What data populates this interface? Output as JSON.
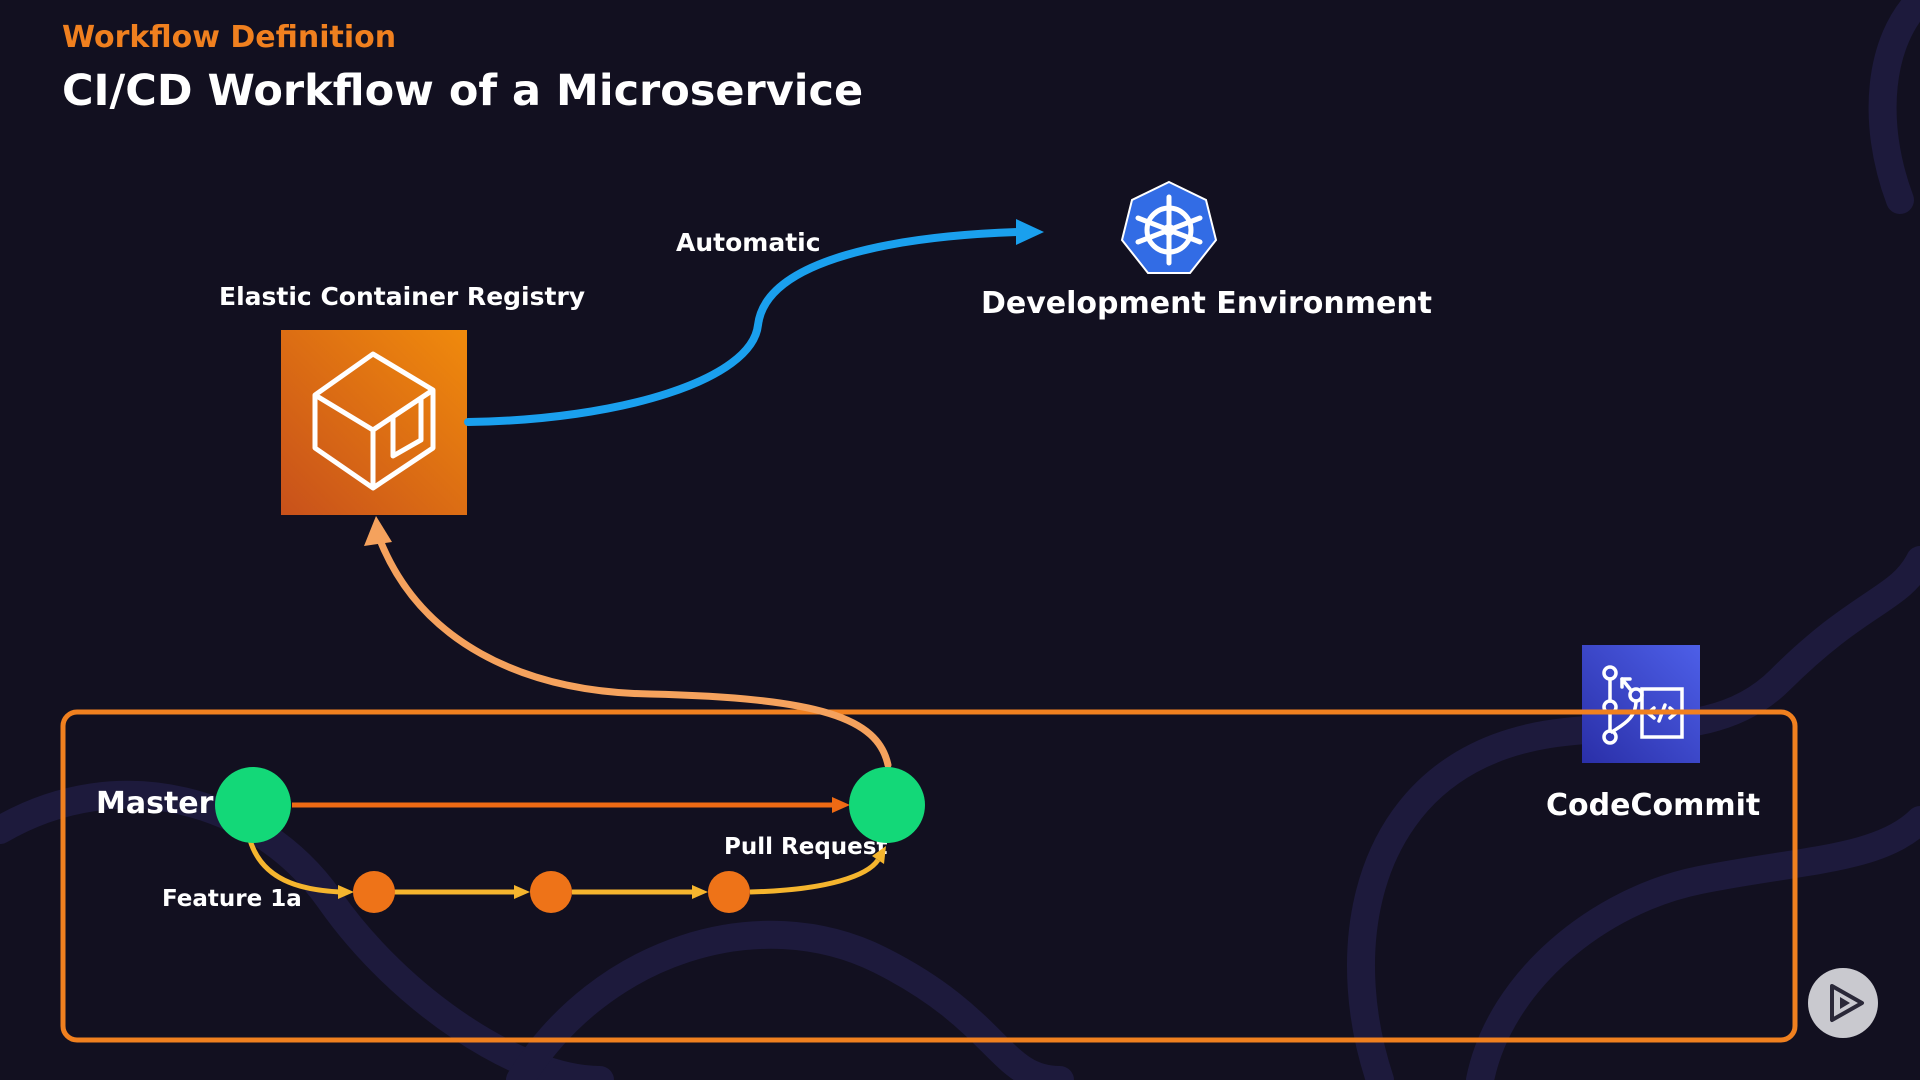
{
  "header": {
    "kicker": "Workflow Definition",
    "title": "CI/CD Workflow of a Microservice"
  },
  "nodes": {
    "ecr": {
      "label": "Elastic Container Registry",
      "icon": "ecr-container-icon"
    },
    "dev_env": {
      "label": "Development Environment",
      "icon": "kubernetes-helm-icon"
    },
    "codecommit": {
      "label": "CodeCommit",
      "icon": "codecommit-icon"
    }
  },
  "edges": {
    "automatic": "Automatic",
    "pull_request": "Pull Request"
  },
  "branches": {
    "master": "Master",
    "feature": "Feature 1a"
  },
  "controls": {
    "play_icon": "play-icon"
  },
  "colors": {
    "accent": "#f0801f",
    "background": "#121020",
    "ecr_orange": "#d9660e",
    "kube_blue": "#326ce5",
    "codecommit_blue": "#3b48cc",
    "automatic_arrow": "#1aa0ee",
    "build_arrow": "#f5a25d",
    "master_commit": "#13d878",
    "feature_commit": "#ee7318",
    "feature_line": "#f5b52e",
    "repo_border": "#f0801f"
  }
}
